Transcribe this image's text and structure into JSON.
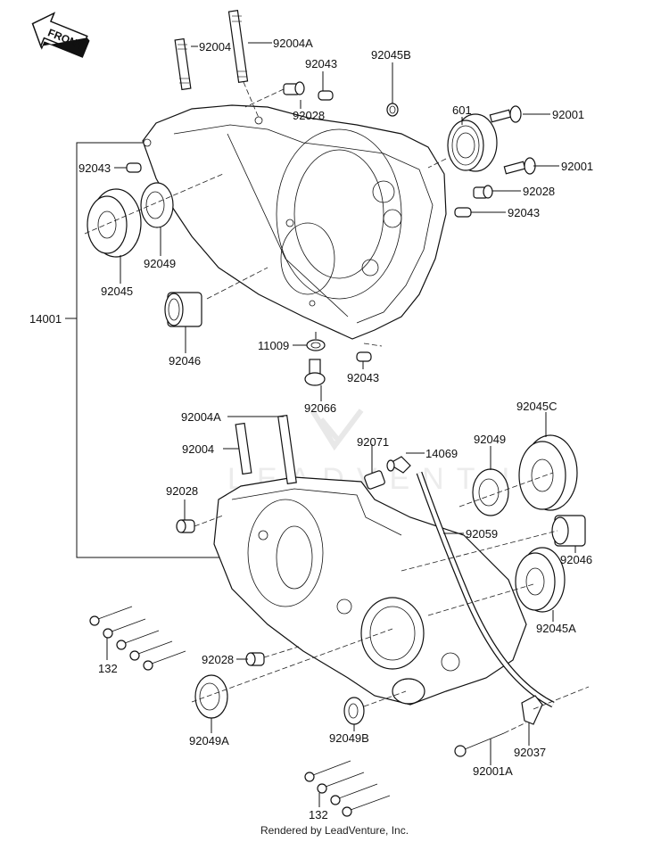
{
  "diagram": {
    "title": "Crankcase exploded parts diagram",
    "front_arrow_label": "FRONT",
    "watermark": "LEADVENTURE",
    "footer": "Rendered by LeadVenture, Inc.",
    "labels": {
      "p92004_top": "92004",
      "p92004A_top": "92004A",
      "p92043_top": "92043",
      "p92045B": "92045B",
      "p92028_top": "92028",
      "p601": "601",
      "p92001_a": "92001",
      "p92001_b": "92001",
      "p92028_right": "92028",
      "p92043_right": "92043",
      "p92043_left": "92043",
      "p92045": "92045",
      "p92049_left": "92049",
      "p14001": "14001",
      "p92046_left": "92046",
      "p11009": "11009",
      "p92043_mid": "92043",
      "p92066": "92066",
      "p92004A_bottom": "92004A",
      "p92004_bottom": "92004",
      "p92071": "92071",
      "p14069": "14069",
      "p92049_right": "92049",
      "p92045C": "92045C",
      "p92028_mid": "92028",
      "p92059": "92059",
      "p92046_right": "92046",
      "p92045A": "92045A",
      "p132_left": "132",
      "p92028_low": "92028",
      "p92049A": "92049A",
      "p92049B": "92049B",
      "p92037": "92037",
      "p92001A": "92001A",
      "p132_bottom": "132"
    }
  }
}
